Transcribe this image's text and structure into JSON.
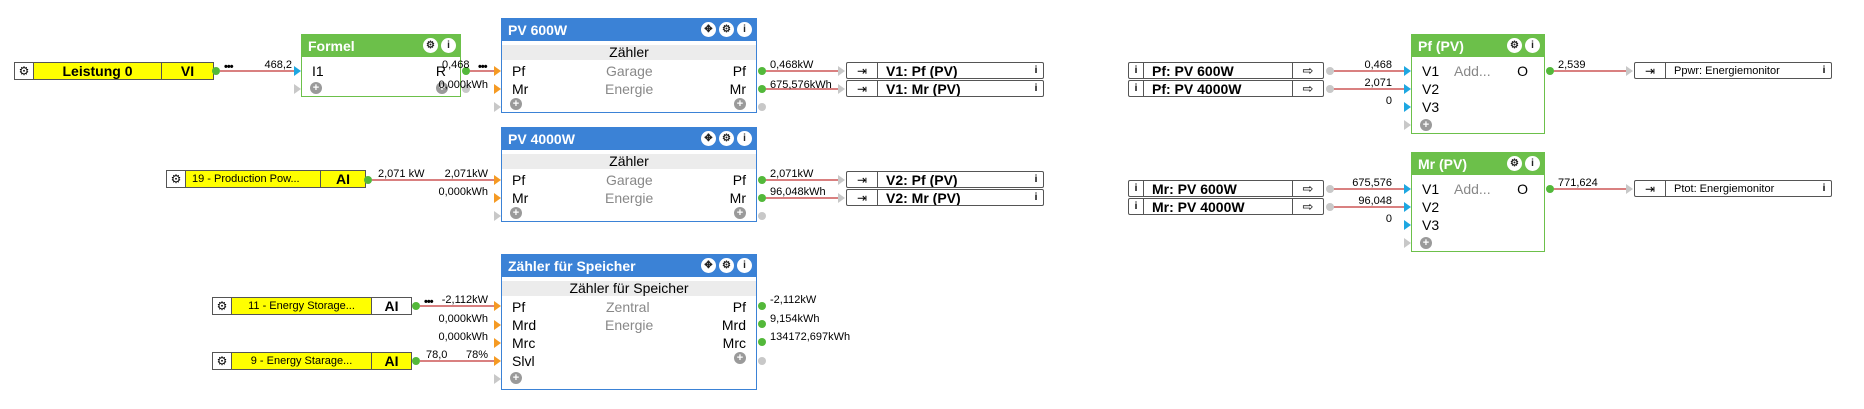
{
  "inputs": {
    "leistung": {
      "name": "Leistung 0",
      "type": "VI"
    },
    "production": {
      "name": "19 - Production Pow...",
      "type": "AI"
    },
    "energy1": {
      "name": "11 - Energy Storage...",
      "type": "AI"
    },
    "energy2": {
      "name": "9 - Energy Starage...",
      "type": "AI"
    }
  },
  "formel": {
    "title": "Formel",
    "in": "I1",
    "out": "R"
  },
  "pv600": {
    "title": "PV 600W",
    "subtitle": "Zähler",
    "ports": [
      {
        "in": "Pf",
        "mid": "Garage",
        "out": "Pf"
      },
      {
        "in": "Mr",
        "mid": "Energie",
        "out": "Mr"
      }
    ]
  },
  "pv4000": {
    "title": "PV 4000W",
    "subtitle": "Zähler",
    "ports": [
      {
        "in": "Pf",
        "mid": "Garage",
        "out": "Pf"
      },
      {
        "in": "Mr",
        "mid": "Energie",
        "out": "Mr"
      }
    ]
  },
  "speicher": {
    "title": "Zähler für Speicher",
    "subtitle": "Zähler für Speicher",
    "in": [
      "Pf",
      "Mrd",
      "Mrc",
      "Slvl"
    ],
    "mid": [
      "Zentral",
      "Energie"
    ],
    "out": [
      "Pf",
      "Mrd",
      "Mrc"
    ]
  },
  "pfpv": {
    "title": "Pf (PV)",
    "in": [
      "V1",
      "V2",
      "V3"
    ],
    "mid": "Add...",
    "out": "O"
  },
  "mrpv": {
    "title": "Mr (PV)",
    "in": [
      "V1",
      "V2",
      "V3"
    ],
    "mid": "Add...",
    "out": "O"
  },
  "outputs": {
    "v1pf": "V1: Pf (PV)",
    "v1mr": "V1: Mr (PV)",
    "v2pf": "V2: Pf (PV)",
    "v2mr": "V2: Mr (PV)",
    "ppwr": "Ppwr: Energiemonitor",
    "ptot": "Ptot: Energiemonitor"
  },
  "refs": {
    "pf600": "Pf: PV 600W",
    "pf4000": "Pf: PV 4000W",
    "mr600": "Mr: PV 600W",
    "mr4000": "Mr: PV 4000W"
  },
  "values": {
    "leistung_out": "468,2",
    "formel_r": "0,468",
    "formel_kwh": "0,000kWh",
    "pv600_pf": "0,468kW",
    "pv600_mr": "675,576kWh",
    "prod_out": "2,071 kW",
    "pv4000_in": "2,071kW",
    "pv4000_mr_in": "0,000kWh",
    "pv4000_pf": "2,071kW",
    "pv4000_mr": "96,048kWh",
    "sp_pf_in": "-2,112kW",
    "sp_mrd_in": "0,000kWh",
    "sp_mrc_in": "0,000kWh",
    "sp_slvl_a": "78,0",
    "sp_slvl_b": "78%",
    "sp_pf": "-2,112kW",
    "sp_mrd": "9,154kWh",
    "sp_mrc": "134172,697kWh",
    "pf_v1": "0,468",
    "pf_v2": "2,071",
    "pf_v3": "0",
    "pf_o": "2,539",
    "mr_v1": "675,576",
    "mr_v2": "96,048",
    "mr_v3": "0",
    "mr_o": "771,624"
  },
  "colors": {
    "green": "#6cc04a",
    "blue": "#3b82d6",
    "yellow": "#ffff00",
    "wire": "#b30000"
  }
}
